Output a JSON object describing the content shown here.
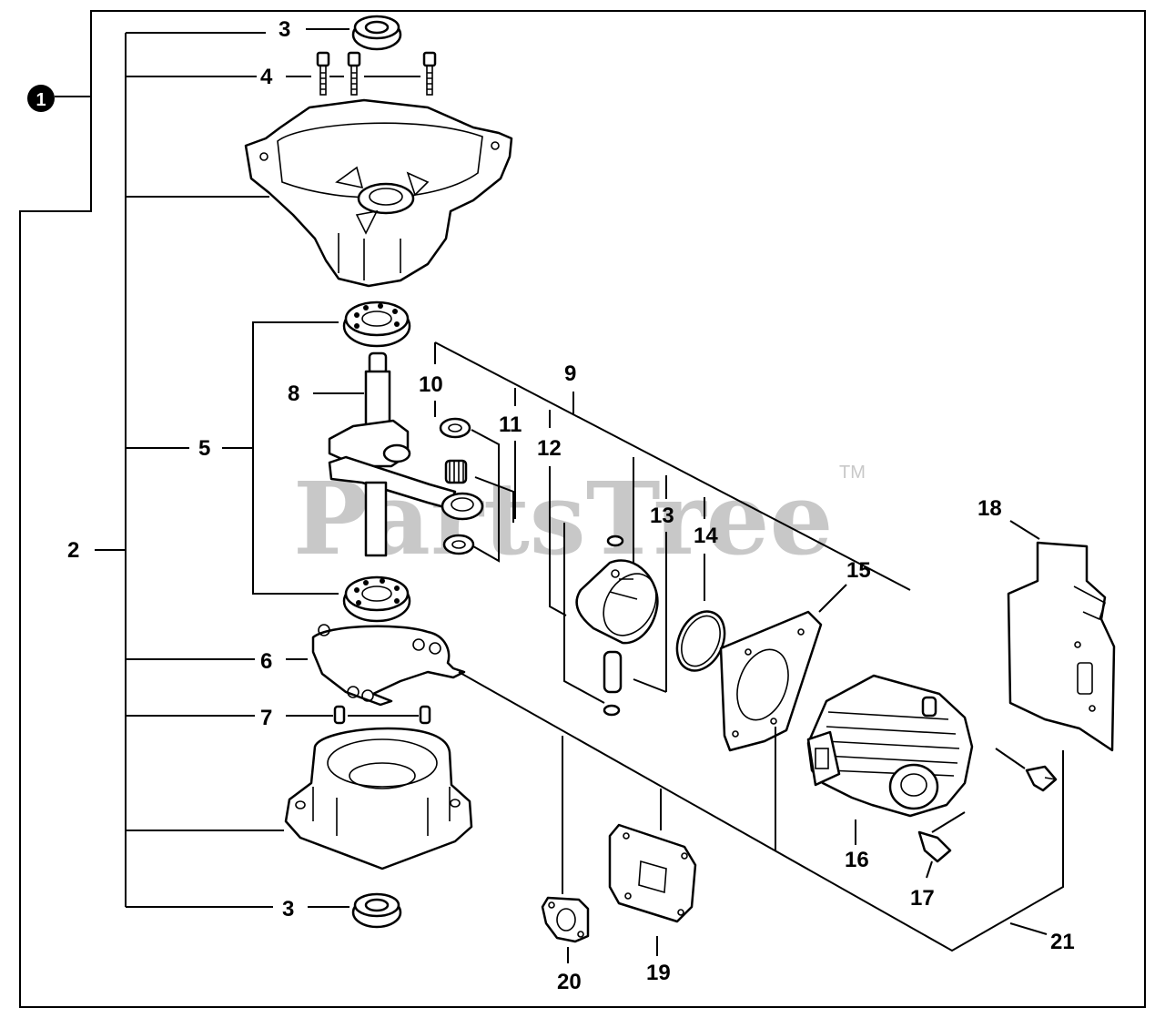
{
  "diagram": {
    "kit_marker": "1",
    "watermark": "PartsTree",
    "trademark": "TM",
    "labels": {
      "l2": "2",
      "l3_top": "3",
      "l3_bottom": "3",
      "l4": "4",
      "l5": "5",
      "l6": "6",
      "l7": "7",
      "l8": "8",
      "l9": "9",
      "l10": "10",
      "l11": "11",
      "l12": "12",
      "l13": "13",
      "l14": "14",
      "l15": "15",
      "l16": "16",
      "l17": "17",
      "l18": "18",
      "l19": "19",
      "l20": "20",
      "l21": "21"
    }
  }
}
